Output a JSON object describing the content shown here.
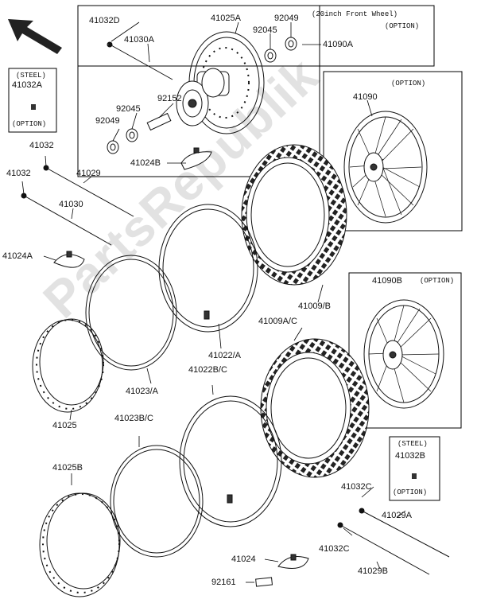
{
  "watermark": "PartsRepublik",
  "notes": {
    "front20": "(20inch Front Wheel)",
    "option": "(OPTION)",
    "steel": "(STEEL)"
  },
  "parts": {
    "p41032D": "41032D",
    "p41025A": "41025A",
    "p92049_top": "92049",
    "p92045_top": "92045",
    "p41090A": "41090A",
    "p41030A": "41030A",
    "p41032A": "41032A",
    "p92152": "92152",
    "p92045_bot": "92045",
    "p92049_bot": "92049",
    "p41090": "41090",
    "p41024B": "41024B",
    "p41032_a": "41032",
    "p41032_b": "41032",
    "p41029": "41029",
    "p41030": "41030",
    "p41024A": "41024A",
    "p41009B": "41009/B",
    "p41090B": "41090B",
    "p41022A": "41022/A",
    "p41009AC": "41009A/C",
    "p41023A": "41023/A",
    "p41022BC": "41022B/C",
    "p41025": "41025",
    "p41023BC": "41023B/C",
    "p41032B": "41032B",
    "p41025B": "41025B",
    "p41032C_a": "41032C",
    "p41029A": "41029A",
    "p41032C_b": "41032C",
    "p41029B": "41029B",
    "p41024": "41024",
    "p92161": "92161"
  }
}
